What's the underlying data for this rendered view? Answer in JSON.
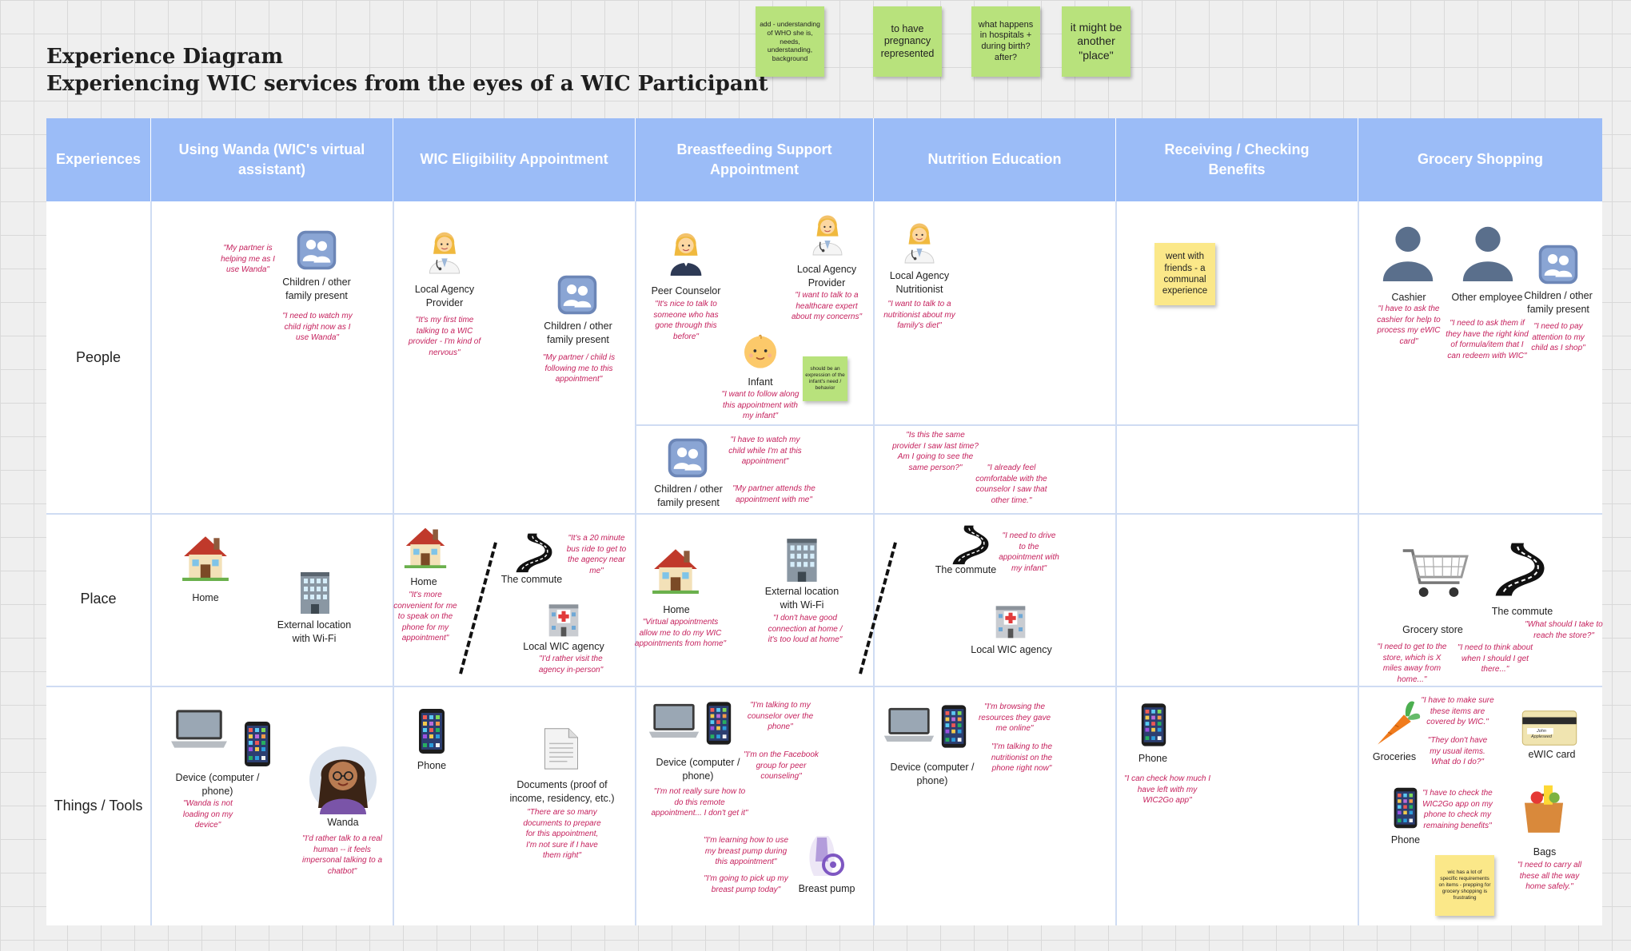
{
  "title": {
    "line1": "Experience Diagram",
    "line2": "Experiencing WIC services from the eyes of a WIC Participant"
  },
  "stickies": [
    {
      "text": "add - understanding of WHO she is, needs, understanding, background"
    },
    {
      "text": "to have pregnancy represented"
    },
    {
      "text": "what happens in hospitals + during birth? after?"
    },
    {
      "text": "it might be another \"place\""
    }
  ],
  "colors": {
    "header": "#9bbcf7",
    "quote": "#c5215d",
    "sticky_green": "#b8e27c",
    "sticky_yellow": "#fbe889"
  },
  "headers": [
    "Experiences",
    "Using Wanda (WIC's virtual assistant)",
    "WIC Eligibility Appointment",
    "Breastfeeding Support Appointment",
    "Nutrition Education",
    "Receiving / Checking Benefits",
    "Grocery Shopping"
  ],
  "rows": [
    "People",
    "Place",
    "Things / Tools"
  ],
  "people": {
    "wanda_quote": "\"My partner is helping me as I use Wanda\"",
    "wanda_family_label": "Children / other family present",
    "wanda_family_quote": "\"I need to watch my child right now as I use Wanda\"",
    "elig_provider_label": "Local Agency Provider",
    "elig_provider_quote": "\"It's my first time talking to a WIC provider - I'm kind of nervous\"",
    "elig_family_label": "Children / other family present",
    "elig_family_quote": "\"My partner / child is following me to this appointment\"",
    "bf_counselor_label": "Peer Counselor",
    "bf_counselor_quote": "\"It's nice to talk to someone who has gone through this before\"",
    "bf_provider_label": "Local Agency Provider",
    "bf_provider_quote": "\"I want to talk to a healthcare expert about my concerns\"",
    "bf_infant_label": "Infant",
    "bf_infant_quote": "\"I want to follow along this appointment with my infant\"",
    "bf_sticky": "should be an expression of the infant's need / behavior",
    "nut_label": "Local Agency Nutritionist",
    "nut_quote": "\"I want to talk to a nutritionist about my family's diet\"",
    "benefits_sticky": "went with friends - a communal experience",
    "groc_cashier_label": "Cashier",
    "groc_cashier_quote": "\"I have to ask the cashier for help to process my eWIC card\"",
    "groc_employee_label": "Other employee",
    "groc_employee_quote": "\"I need to ask them if they have the right kind of formula/item that I can redeem with WIC\"",
    "groc_family_label": "Children / other family present",
    "groc_family_quote": "\"I need to pay attention to my child as I shop\"",
    "sub_family_label": "Children / other family present",
    "sub_quote1": "\"I have to watch my child while I'm at this appointment\"",
    "sub_quote2": "\"My partner attends the appointment with me\"",
    "sub_quote3": "\"Is this the same provider I saw last time? Am I going to see the same person?\"",
    "sub_quote4": "\"I already feel comfortable with the counselor I saw that other time.\""
  },
  "place": {
    "wanda_home": "Home",
    "wanda_external": "External location with Wi-Fi",
    "elig_home": "Home",
    "elig_home_quote": "\"It's more convenient for me to speak on the phone for my appointment\"",
    "elig_commute": "The commute",
    "elig_commute_quote": "\"It's a 20 minute bus ride to get to the agency near me\"",
    "elig_agency": "Local WIC agency",
    "elig_agency_quote": "\"I'd rather visit the agency in-person\"",
    "bf_home": "Home",
    "bf_home_quote": "\"Virtual appointments allow me to do my WIC appointments from home\"",
    "bf_external": "External location with Wi-Fi",
    "bf_external_quote": "\"I don't have good connection at home / it's too loud at home\"",
    "nut_commute": "The commute",
    "nut_commute_quote": "\"I need to drive to the appointment with my infant\"",
    "nut_agency": "Local WIC agency",
    "groc_store": "Grocery store",
    "groc_store_quote": "\"I need to get to the store, which is X miles away from home...\"",
    "groc_commute": "The commute",
    "groc_commute_quote1": "\"What should I take to reach the store?\"",
    "groc_commute_quote2": "\"I need to think about when I should I get there...\""
  },
  "things": {
    "wanda_device": "Device (computer / phone)",
    "wanda_device_quote": "\"Wanda is not loading on my device\"",
    "wanda_label": "Wanda",
    "wanda_label_quote": "\"I'd rather talk to a real human -- it feels impersonal talking to a chatbot\"",
    "elig_phone": "Phone",
    "elig_docs": "Documents (proof of income, residency, etc.)",
    "elig_docs_quote": "\"There are so many documents to prepare for this appointment, I'm not sure if I have them right\"",
    "bf_device": "Device (computer / phone)",
    "bf_quote1": "\"I'm talking to my counselor over the phone\"",
    "bf_quote2": "\"I'm on the Facebook group for peer counseling\"",
    "bf_quote3": "\"I'm not really sure how to do this remote appointment... I don't get it\"",
    "bf_quote4": "\"I'm learning how to use my breast pump during this appointment\"",
    "bf_quote5": "\"I'm going to pick up my breast pump today\"",
    "bf_pump": "Breast pump",
    "nut_device": "Device (computer / phone)",
    "nut_quote1": "\"I'm browsing the resources they gave me online\"",
    "nut_quote2": "\"I'm talking to the nutritionist on the phone right now\"",
    "ben_phone": "Phone",
    "ben_quote": "\"I can check how much I have left with my WIC2Go app\"",
    "groc_groceries": "Groceries",
    "groc_quote1": "\"I have to make sure these items are covered by WIC.\"",
    "groc_quote2": "\"They don't have my usual items. What do I do?\"",
    "groc_card": "eWIC card",
    "groc_card_name": "John Appleseed",
    "groc_phone": "Phone",
    "groc_phone_quote": "\"I have to check the WIC2Go app on my phone to check my remaining benefits\"",
    "groc_bags": "Bags",
    "groc_bags_quote": "\"I need to carry all these all the way home safely.\"",
    "groc_sticky": "wic has a lot of specific requirements on items - prepping for grocery shopping is frustrating"
  }
}
